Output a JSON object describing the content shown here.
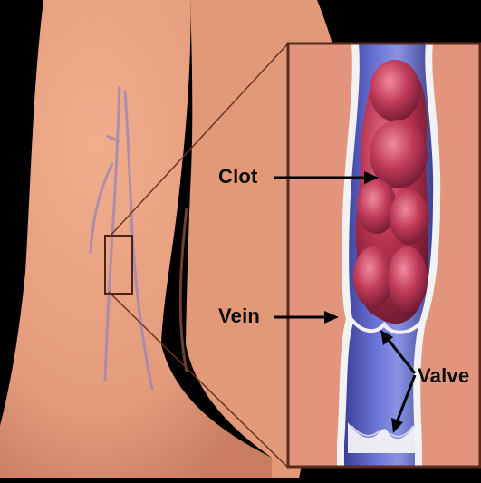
{
  "labels": {
    "clot": "Clot",
    "vein": "Vein",
    "valve": "Valve"
  },
  "colors": {
    "background": "#000000",
    "skin": "#e8a07e",
    "skin_shadow": "#c97c62",
    "inset_bg": "#e2957c",
    "inset_border": "#5a2a1c",
    "vein_blue": "#5a63c8",
    "vein_wall": "#f2f2f4",
    "clot": "#b8304e",
    "arrow": "#000000"
  }
}
